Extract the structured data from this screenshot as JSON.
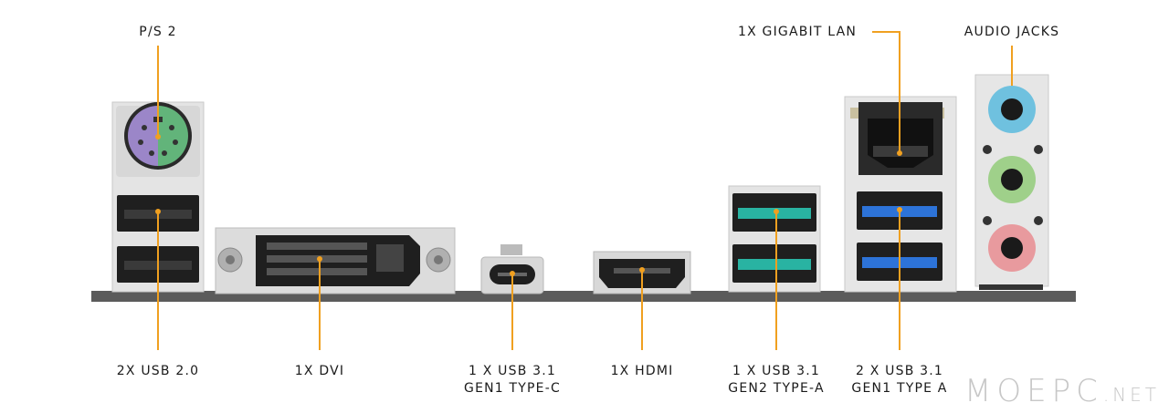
{
  "labels": {
    "ps2": "P/S 2",
    "usb20": "2X USB 2.0",
    "dvi": "1X DVI",
    "usbc_line1": "1 X USB 3.1",
    "usbc_line2": "GEN1 TYPE-C",
    "hdmi": "1X HDMI",
    "gen2_line1": "1 X USB 3.1",
    "gen2_line2": "GEN2 TYPE-A",
    "gen1a_line1": "2 X USB 3.1",
    "gen1a_line2": "GEN1 TYPE A",
    "lan": "1X GIGABIT LAN",
    "audio": "AUDIO JACKS"
  },
  "watermark": {
    "main": "MOEPC",
    "suffix": ".NET"
  },
  "colors": {
    "leader": "#f0a020",
    "plate": "#5b5b5b",
    "shield": "#e8e8e8",
    "ps2_mouse": "#62b47a",
    "ps2_keyboard": "#9b86c8",
    "usb2_insert": "#1b1b1b",
    "usb31_gen2_insert": "#29b3a2",
    "usb31_gen1_insert": "#2d73d8",
    "audio_line_in": "#6fc1df",
    "audio_line_out": "#9fd08a",
    "audio_mic": "#e89a9e"
  }
}
